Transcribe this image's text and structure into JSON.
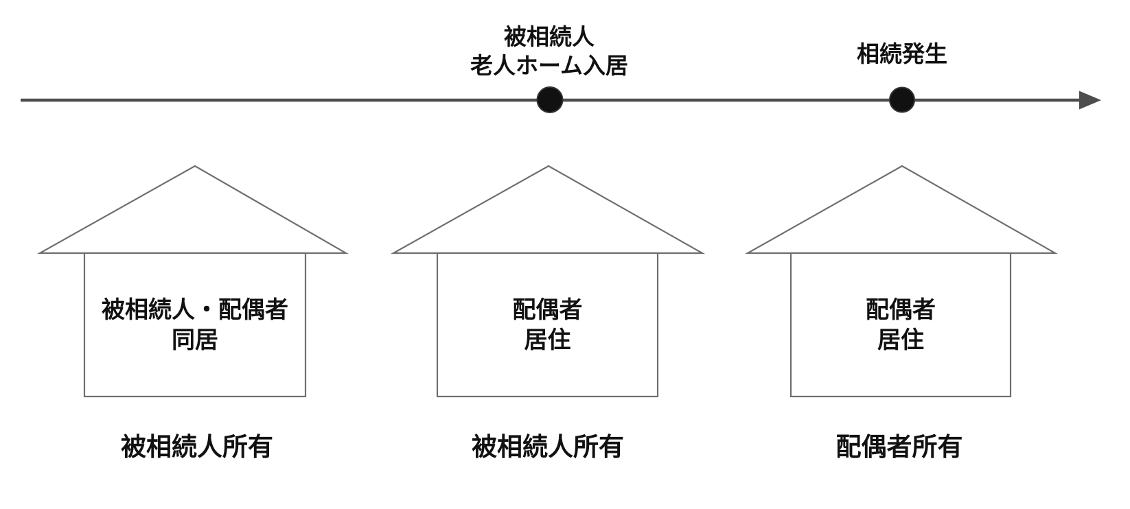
{
  "colors": {
    "background": "#ffffff",
    "timeline_line": "#4d4d4d",
    "timeline_dot": "#111111",
    "house_outline": "#6e6e6e",
    "text": "#111111"
  },
  "timeline": {
    "events": [
      {
        "label": "被相続人\n老人ホーム入居"
      },
      {
        "label": "相続発生"
      }
    ]
  },
  "houses": [
    {
      "occupant": "被相続人・配偶者\n同居",
      "owner": "被相続人所有"
    },
    {
      "occupant": "配偶者\n居住",
      "owner": "被相続人所有"
    },
    {
      "occupant": "配偶者\n居住",
      "owner": "配偶者所有"
    }
  ]
}
